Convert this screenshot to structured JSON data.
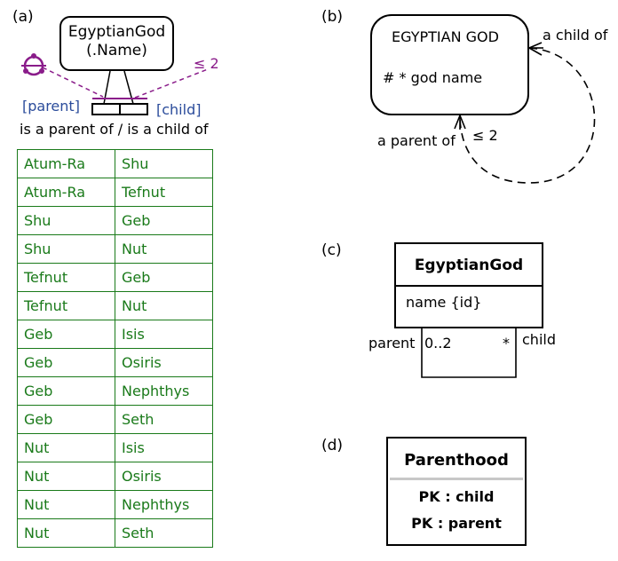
{
  "panels": {
    "a": "(a)",
    "b": "(b)",
    "c": "(c)",
    "d": "(d)"
  },
  "orm": {
    "entity_name": "EgyptianGod",
    "entity_refmode": "(.Name)",
    "role_parent": "[parent]",
    "role_child": "[child]",
    "fact_reading": "is a parent of / is a child of",
    "frequency": "≤ 2",
    "rows": [
      [
        "Atum-Ra",
        "Shu"
      ],
      [
        "Atum-Ra",
        "Tefnut"
      ],
      [
        "Shu",
        "Geb"
      ],
      [
        "Shu",
        "Nut"
      ],
      [
        "Tefnut",
        "Geb"
      ],
      [
        "Tefnut",
        "Nut"
      ],
      [
        "Geb",
        "Isis"
      ],
      [
        "Geb",
        "Osiris"
      ],
      [
        "Geb",
        "Nephthys"
      ],
      [
        "Geb",
        "Seth"
      ],
      [
        "Nut",
        "Isis"
      ],
      [
        "Nut",
        "Osiris"
      ],
      [
        "Nut",
        "Nephthys"
      ],
      [
        "Nut",
        "Seth"
      ]
    ]
  },
  "barker": {
    "entity_name": "EGYPTIAN GOD",
    "attribute": "# * god name",
    "role_child": "a child of",
    "role_parent": "a parent of",
    "frequency": "≤ 2"
  },
  "uml": {
    "class_name": "EgyptianGod",
    "attribute": "name {id}",
    "role_parent": "parent",
    "role_child": "child",
    "mult_parent": "0..2",
    "mult_child": "*"
  },
  "relational": {
    "table_name": "Parenthood",
    "keys": [
      "PK : child",
      "PK : parent"
    ]
  },
  "colors": {
    "orm_constraint": "#8a1c8a",
    "orm_role_text": "#2b4c9b",
    "orm_table": "#1a7a1a"
  }
}
